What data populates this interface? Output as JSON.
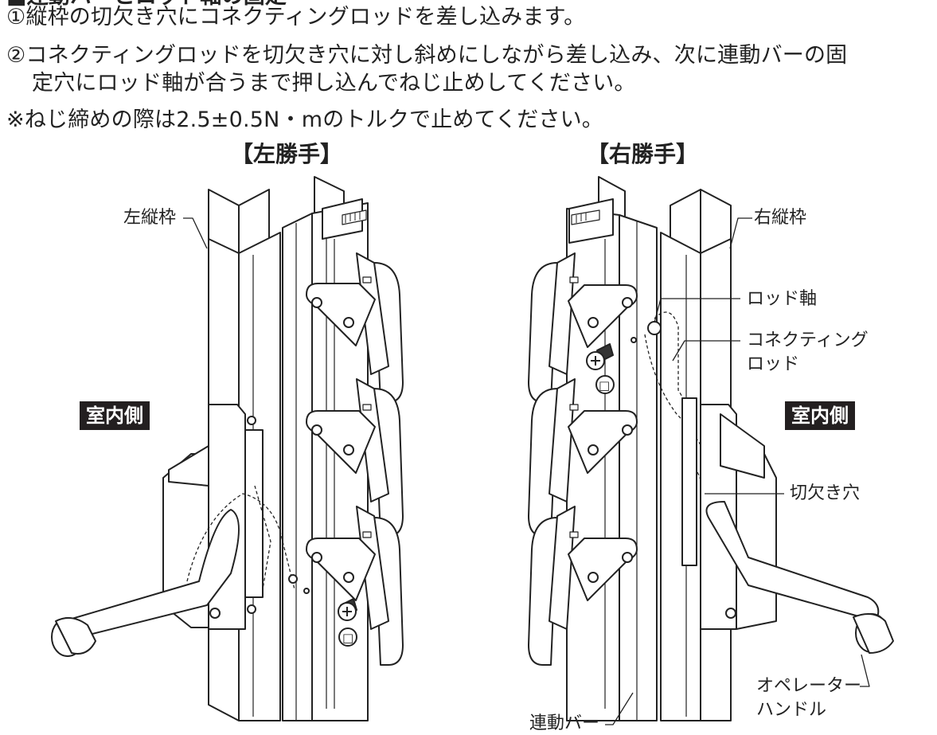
{
  "instructions": {
    "heading": "■連動バーとロッド軸の固定",
    "step1": "①縦枠の切欠き穴にコネクティングロッドを差し込みます。",
    "step2a": "②コネクティングロッドを切欠き穴に対し斜めにしながら差し込み、次に連動バーの固",
    "step2b": "定穴にロッド軸が合うまで押し込んでねじ止めしてください。",
    "note": "※ねじ締めの際は2.5±0.5N・mのトルクで止めてください。"
  },
  "left_figure": {
    "title": "【左勝手】",
    "indoor_badge": "室内側",
    "frame_label": "左縦枠",
    "screw_mark": "□"
  },
  "right_figure": {
    "title": "【右勝手】",
    "indoor_badge": "室内側",
    "frame_label": "右縦枠",
    "rod_shaft_label": "ロッド軸",
    "connecting_rod_label_1": "コネクティング",
    "connecting_rod_label_2": "ロッド",
    "notch_label": "切欠き穴",
    "operator_label_1": "オペレーター",
    "operator_label_2": "ハンドル",
    "link_bar_label": "連動バー",
    "screw_mark": "□"
  }
}
